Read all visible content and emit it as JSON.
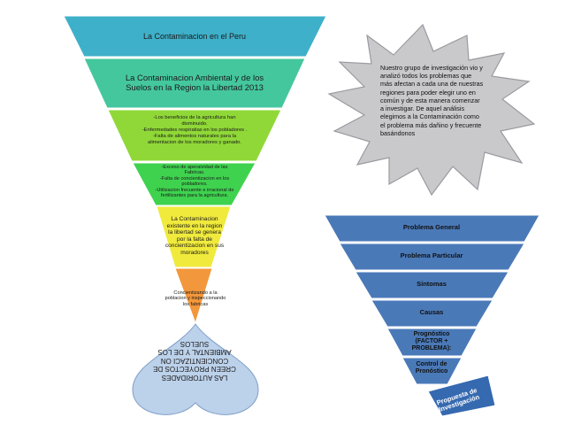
{
  "left_funnel": {
    "level1": "La Contaminacion en el Peru",
    "level2": "La Contaminacion Ambiental y de los Suelos en la Region  la Libertad 2013",
    "level3": [
      "-Los beneficios de la agricultura han disminuido.",
      "-Enfermedades respiratias en  los pobladores .",
      "-Falta de alimentos naturales para la alimentacion de los moradores y ganado."
    ],
    "level4": [
      "-Exceso de aperaividad de las Fabricas.",
      "-Falta de concientizacion  en los pobladores.",
      "-Utilizacion frecuente e irracional de  fertilizantes para la agricultura."
    ],
    "level5": "La Contaminacion existente en la region la libertad  se genera por la falta de concientizacion en sus moradores",
    "level6": "Concientizando  a la poblacion y inspeccionando los fabricas",
    "heart": "LAS AUTORIDADES CREEN PROYECTOS DE CONCIENTIZACI ON AMBIENTAL Y DE LOS SUELOS"
  },
  "star_callout": {
    "text": "Nuestro grupo de investigación vio y analizó todos los problemas que más afectan a cada una de nuestras regiones para poder elegir uno en común y de esta manera comenzar a investigar. De aquel análisis elegimos a la Contaminación como el problema más dañino y frecuente  basándonos"
  },
  "right_funnel": {
    "levels": [
      "Problema General",
      "Problema Particular",
      "Síntomas",
      "Causas",
      "Prognóstico (FACTOR + PROBLEMA):",
      "Control de Pronóstico"
    ],
    "tip": "Propuesta de Investigación"
  },
  "colors": {
    "teal": "#3fb0c9",
    "sea_green": "#45c79e",
    "yellow_green": "#90d838",
    "green": "#3fd24f",
    "yellow": "#f0ea3c",
    "orange": "#f2973b",
    "light_blue": "#bcd1ea",
    "star_gray": "#c9c9cc",
    "steel_blue": "#4a79b8",
    "blue_tip": "#3569b0"
  }
}
